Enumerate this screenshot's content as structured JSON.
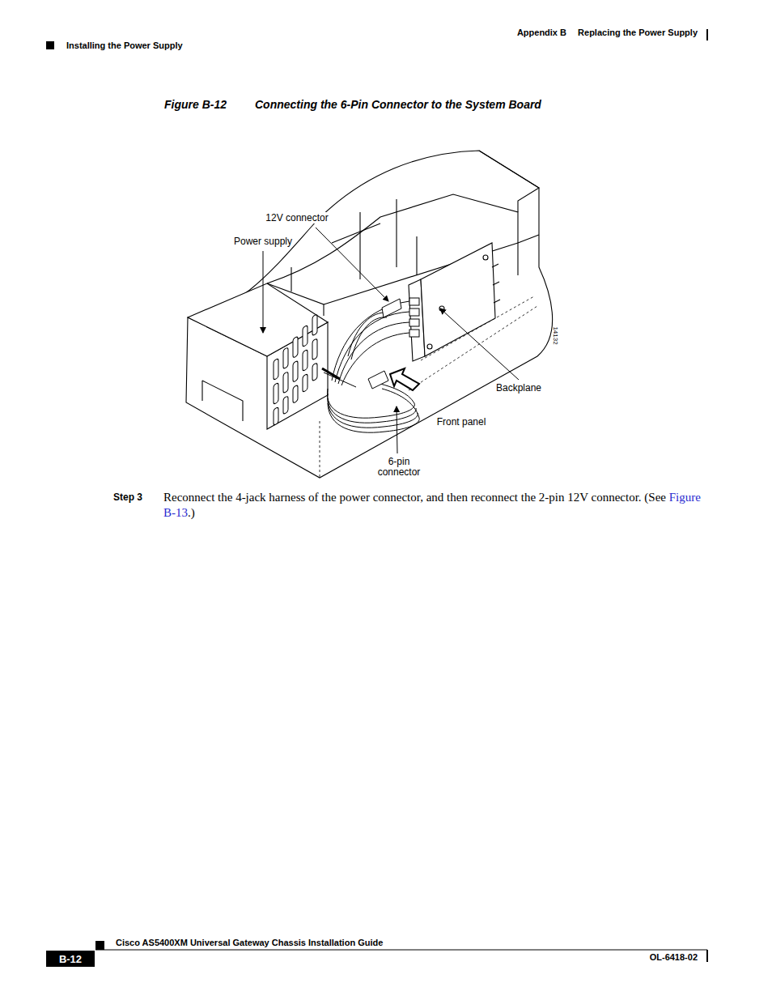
{
  "diagram": {
    "title": "Connecting the 6-Pin Connector to the System Board",
    "nodes": [
      {
        "text": [
          "B-12"
        ]
      }
    ],
    "labels": [
      "Appendix B",
      "Replacing the Power Supply",
      "Installing the Power Supply",
      "Figure B-12",
      "12V connector",
      "Power supply",
      "Backplane",
      "Front panel",
      "6-pin connector",
      "14132",
      "Step 3",
      "Reconnect the 4-jack harness of the power connector, and then reconnect the 2-pin 12V connector. (See",
      "Figure B-13",
      ".)",
      "Cisco AS5400XM Universal Gateway Chassis Installation Guide",
      "OL-6418-02"
    ]
  }
}
